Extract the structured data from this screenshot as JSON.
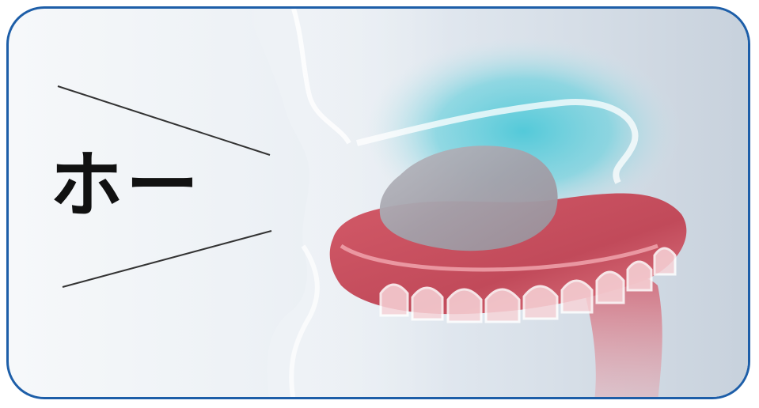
{
  "label": {
    "sound": "ホー"
  },
  "icons": {
    "face": "face-profile-illustration",
    "tongue": "tongue-illustration",
    "teeth": "lower-teeth-illustration",
    "airflow": "airflow-lines"
  },
  "colors": {
    "frame_border": "#1d5ea8",
    "oral_cavity_glow": "#4cc8d8",
    "tongue": "#c9505e",
    "tongue_surface": "#9ea3ab",
    "label_text": "#111111"
  }
}
